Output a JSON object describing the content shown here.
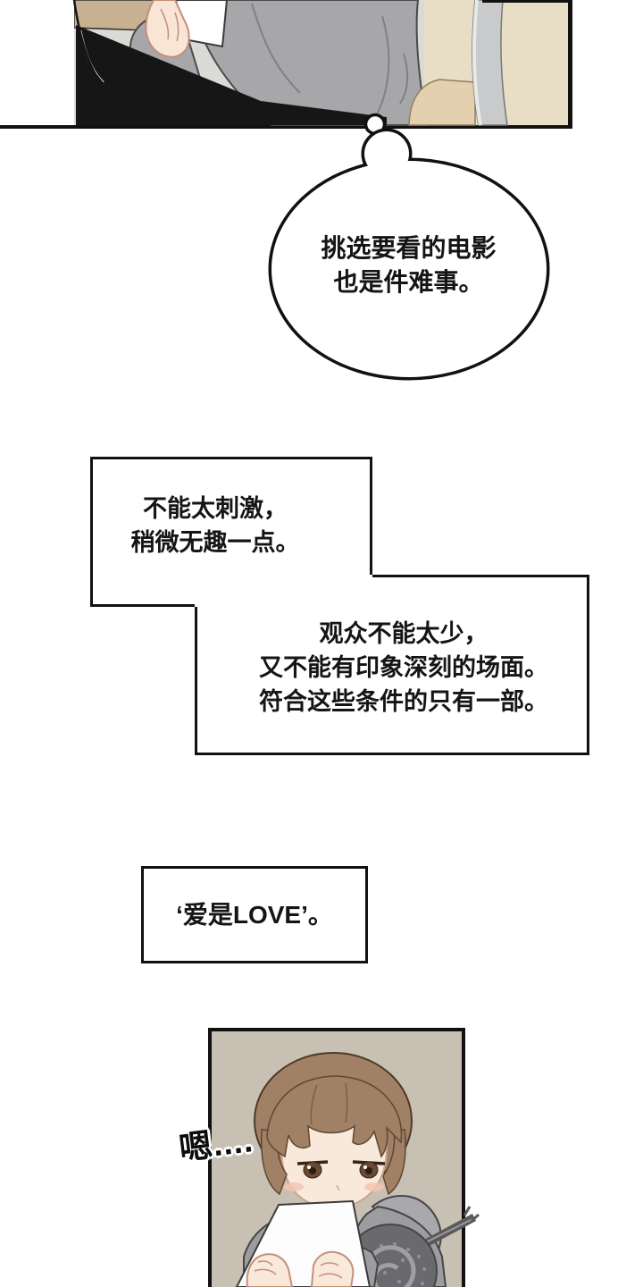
{
  "comic": {
    "background": "#ffffff",
    "ink": "#111111",
    "thought_bubble": {
      "line1": "挑选要看的电影",
      "line2": "也是件难事。"
    },
    "narration_boxes": {
      "box1": {
        "line1": "不能太刺激，",
        "line2": "稍微无趣一点。"
      },
      "box2": {
        "line1": "观众不能太少，",
        "line2": "又不能有印象深刻的场面。",
        "line3": "符合这些条件的只有一部。"
      },
      "box3": {
        "line1": "‘爱是LOVE’。"
      }
    },
    "sfx": {
      "text": "嗯...."
    },
    "panel_top": {
      "bg": "#e8dec6",
      "desk_tan": "#c7b191",
      "table_gray": "#dcdad6",
      "laptop": "#161616",
      "sweater": "#a7a7a9",
      "chair": "#c9cacc",
      "cushion": "#e4d0ae",
      "skin": "#f8e5d5",
      "paper": "#ffffff"
    },
    "panel_bottom": {
      "bg": "#c8c1b3",
      "hair": "#a08165",
      "hair_dark": "#6f5540",
      "skin": "#f9e9da",
      "blush": "#f3c6b2",
      "hoodie": "#9d9da0",
      "hood_inner": "#a9a9ac",
      "plush_dark": "#6a6a6e",
      "paper": "#fdfdfd"
    }
  }
}
